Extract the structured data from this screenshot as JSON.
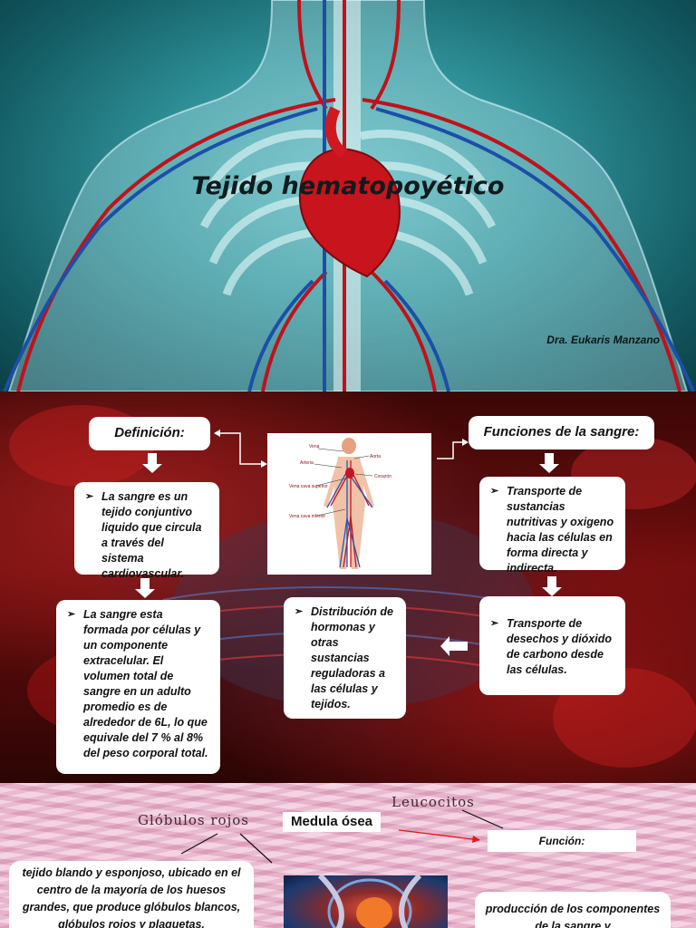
{
  "slide1": {
    "title": "Tejido hematopoyético",
    "author": "Dra. Eukaris Manzano"
  },
  "slide2": {
    "definicion_label": "Definición:",
    "funciones_label": "Funciones de la sangre:",
    "definicion_text": "La sangre es un tejido conjuntivo liquido que circula a través del sistema cardiovascular.",
    "composicion_text": "La sangre esta formada por células y un componente extracelular. El volumen total de sangre en un adulto promedio es de alrededor de 6L, lo que equivale del 7 % al 8% del peso corporal total.",
    "funcion_1": "Transporte de sustancias nutritivas y oxigeno hacia las células en forma directa y indirecta.",
    "funcion_2": "Transporte de desechos y dióxido de carbono desde las células.",
    "funcion_3": "Distribución de hormonas y otras sustancias reguladoras a las células y tejidos.",
    "diagram_labels": [
      "Vena",
      "Aorta",
      "Arteria",
      "Corazón",
      "Vena cava superior",
      "Vena cava inferior"
    ]
  },
  "slide3": {
    "globulos_rojos": "Glóbulos rojos",
    "leucocitos": "Leucocitos",
    "medula_label": "Medula ósea",
    "funcion_label": "Función:",
    "medula_text": "tejido blando y esponjoso, ubicado en el centro de la mayoría de los huesos grandes, que produce glóbulos blancos, glóbulos rojos y plaquetas.",
    "funcion_text": "producción de los componentes de la sangre y"
  }
}
